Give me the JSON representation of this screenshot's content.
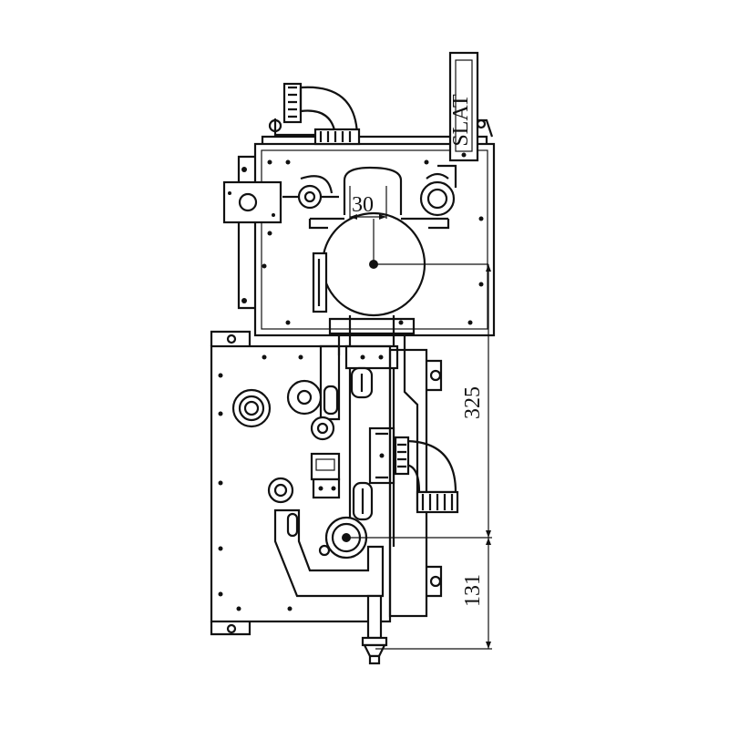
{
  "drawing": {
    "type": "mechanical-technical-drawing",
    "line_color": "#111111",
    "background": "#ffffff"
  },
  "dimensions": {
    "top_offset": "30",
    "upper_span": "325",
    "lower_span": "131"
  },
  "label_plate": {
    "text": "SLAT"
  }
}
